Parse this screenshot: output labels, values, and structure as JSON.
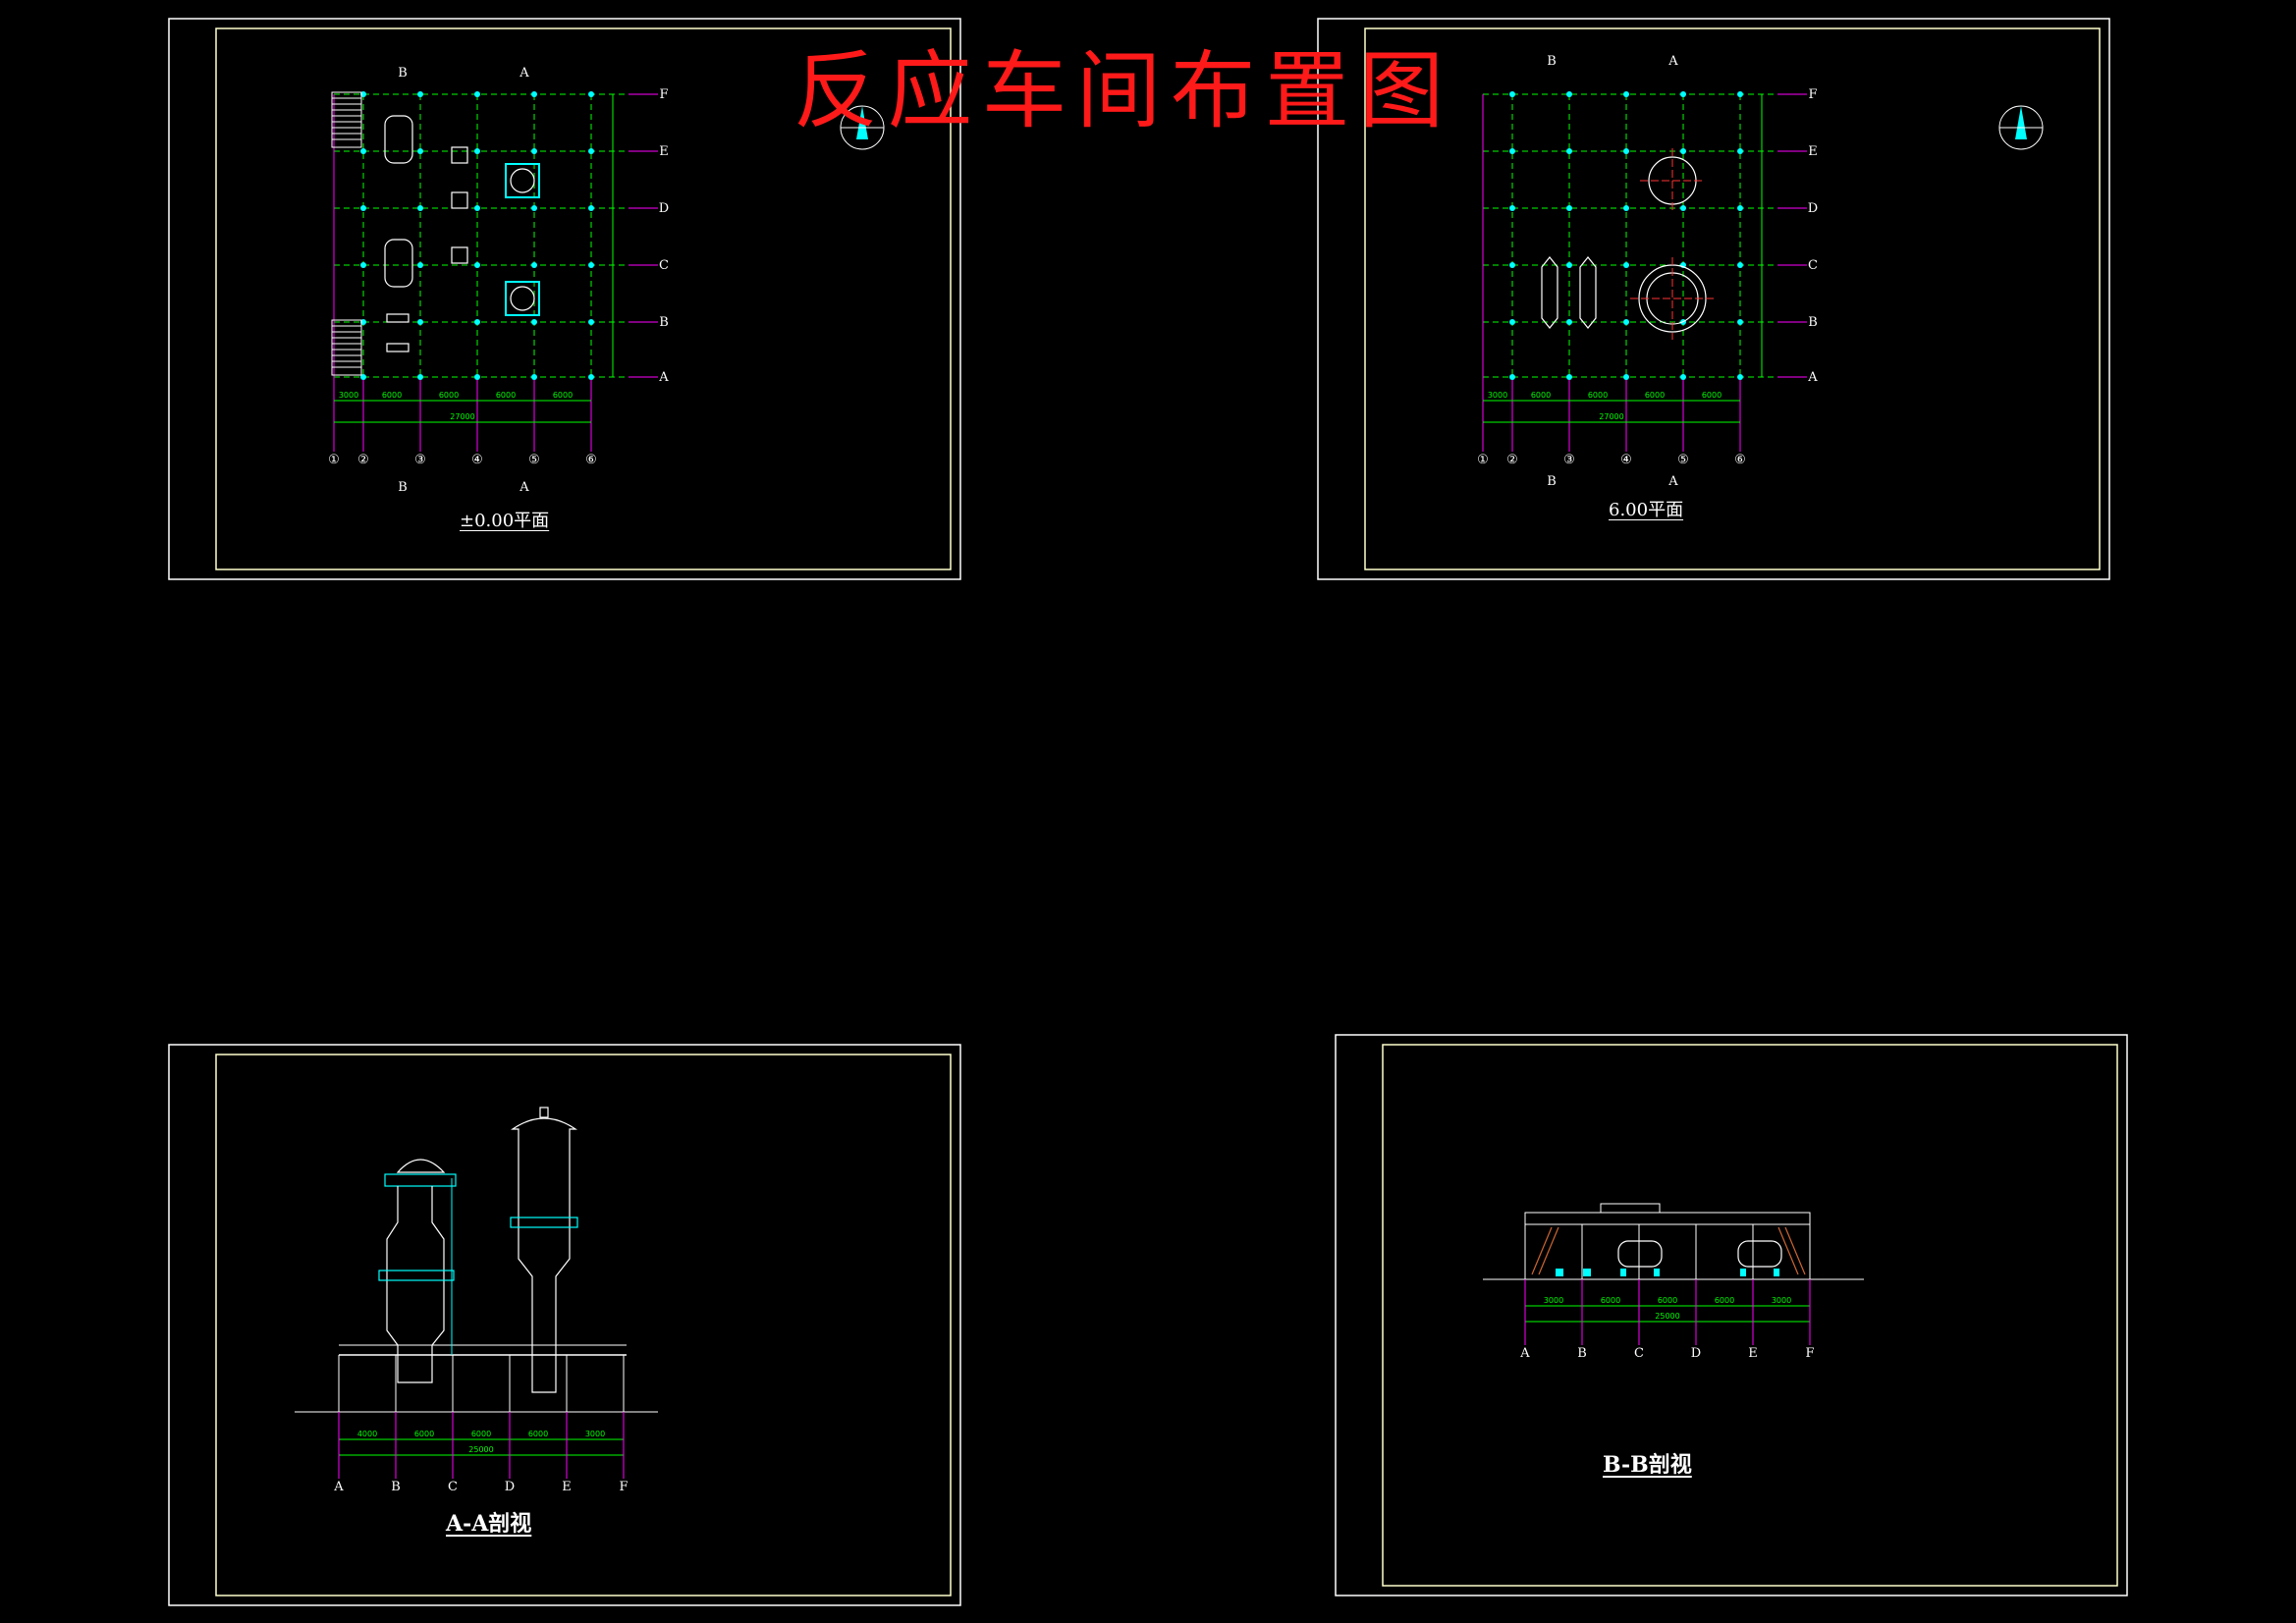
{
  "title": "反应车间布置图",
  "colors": {
    "background": "#000000",
    "frame": "#ffffff",
    "inner_frame": "#ffffcc",
    "grid": "#00ff00",
    "axis": "#ff00ff",
    "equipment": "#ffffff",
    "highlight": "#00ffff",
    "title": "#ff1a1a"
  },
  "views": {
    "plan_ground": {
      "label": "±0.00平面",
      "axis_numbers": [
        "①",
        "②",
        "③",
        "④",
        "⑤",
        "⑥"
      ],
      "axis_letters": [
        "F",
        "E",
        "D",
        "C",
        "B",
        "A"
      ],
      "section_marks": [
        "B",
        "A",
        "B",
        "A"
      ],
      "dims": [
        "3000",
        "6000",
        "6000",
        "6000",
        "6000"
      ],
      "total_dim": "27000"
    },
    "plan_6m": {
      "label": "6.00平面",
      "axis_numbers": [
        "①",
        "②",
        "③",
        "④",
        "⑤",
        "⑥"
      ],
      "axis_letters": [
        "F",
        "E",
        "D",
        "C",
        "B",
        "A"
      ],
      "section_marks": [
        "B",
        "A",
        "B",
        "A"
      ],
      "dims": [
        "3000",
        "6000",
        "6000",
        "6000",
        "6000"
      ],
      "total_dim": "27000"
    },
    "section_aa": {
      "label": "A-A剖视",
      "axis_letters": [
        "A",
        "B",
        "C",
        "D",
        "E",
        "F"
      ],
      "dims": [
        "4000",
        "6000",
        "6000",
        "6000",
        "3000"
      ],
      "total_dim": "25000"
    },
    "section_bb": {
      "label": "B-B剖视",
      "axis_letters": [
        "A",
        "B",
        "C",
        "D",
        "E",
        "F"
      ],
      "dims": [
        "3000",
        "6000",
        "6000",
        "6000",
        "3000"
      ],
      "total_dim": "25000"
    }
  }
}
